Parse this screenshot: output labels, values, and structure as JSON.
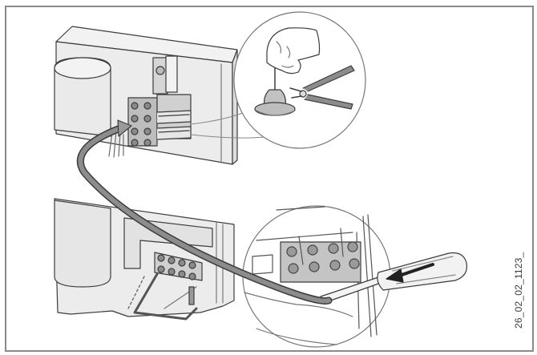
{
  "figure": {
    "code": "26_02_02_1123_",
    "description": "Wiring instruction: cut cable ties on terminal block, then loosen terminal screws with screwdriver and move wires from lower terminal block to upper terminal block",
    "panels": [
      {
        "id": "upper-unit",
        "label": "Upper housing with terminal block and cable strain relief"
      },
      {
        "id": "detail-cut",
        "label": "Detail: hand holding cable tie, side cutters"
      },
      {
        "id": "lower-unit",
        "label": "Lower housing with terminal block"
      },
      {
        "id": "detail-screwdriver",
        "label": "Detail: screwdriver loosening terminal screw, arrow direction"
      }
    ],
    "arrow": {
      "from": "lower terminal block",
      "to": "upper terminal block"
    }
  },
  "colors": {
    "frame": "#8a8a8a",
    "line": "#3c3c3c",
    "fill_light": "#ececec",
    "fill_mid": "#c8c8c8",
    "arrow": "#8c8c8c",
    "background": "#ffffff"
  }
}
